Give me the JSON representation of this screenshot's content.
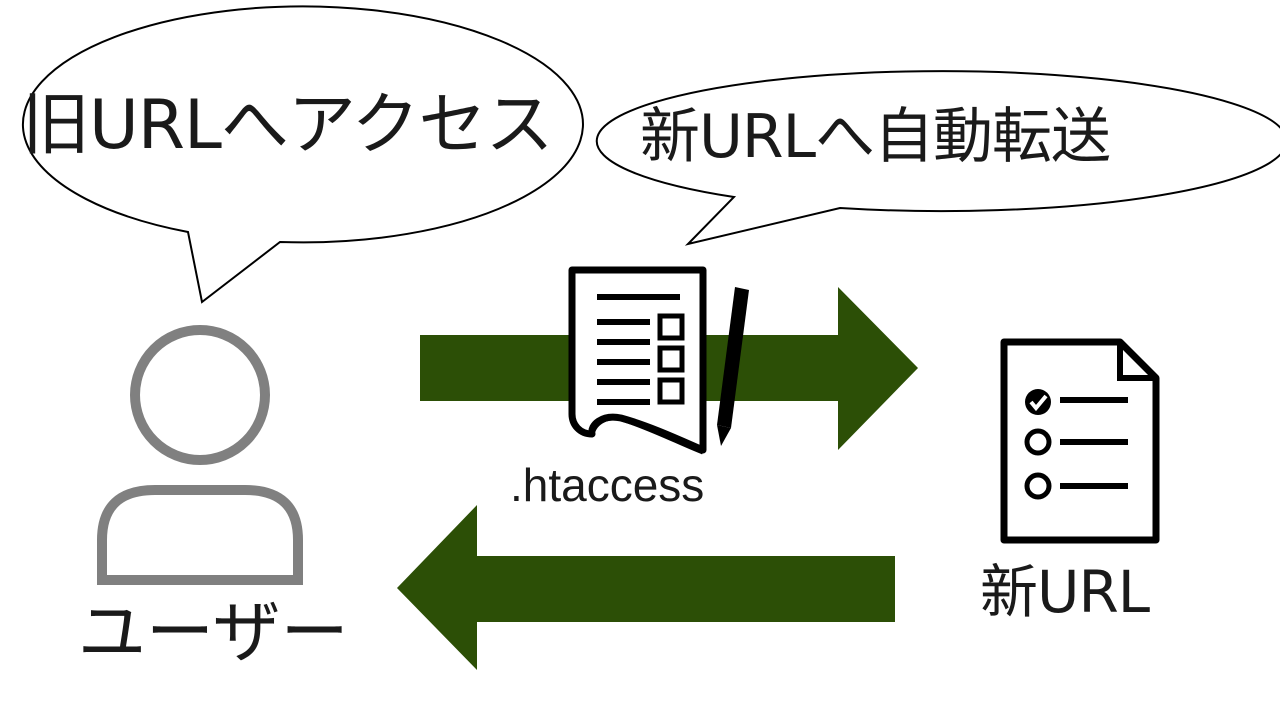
{
  "bubbles": {
    "old_url_access": "旧URLへアクセス",
    "auto_redirect": "新URLへ自動転送"
  },
  "labels": {
    "user": "ユーザー",
    "htaccess": ".htaccess",
    "new_url": "新URL"
  },
  "colors": {
    "arrow": "#2c4f06",
    "user_icon": "#808080",
    "outline": "#000000",
    "text": "#1a1a1a"
  }
}
